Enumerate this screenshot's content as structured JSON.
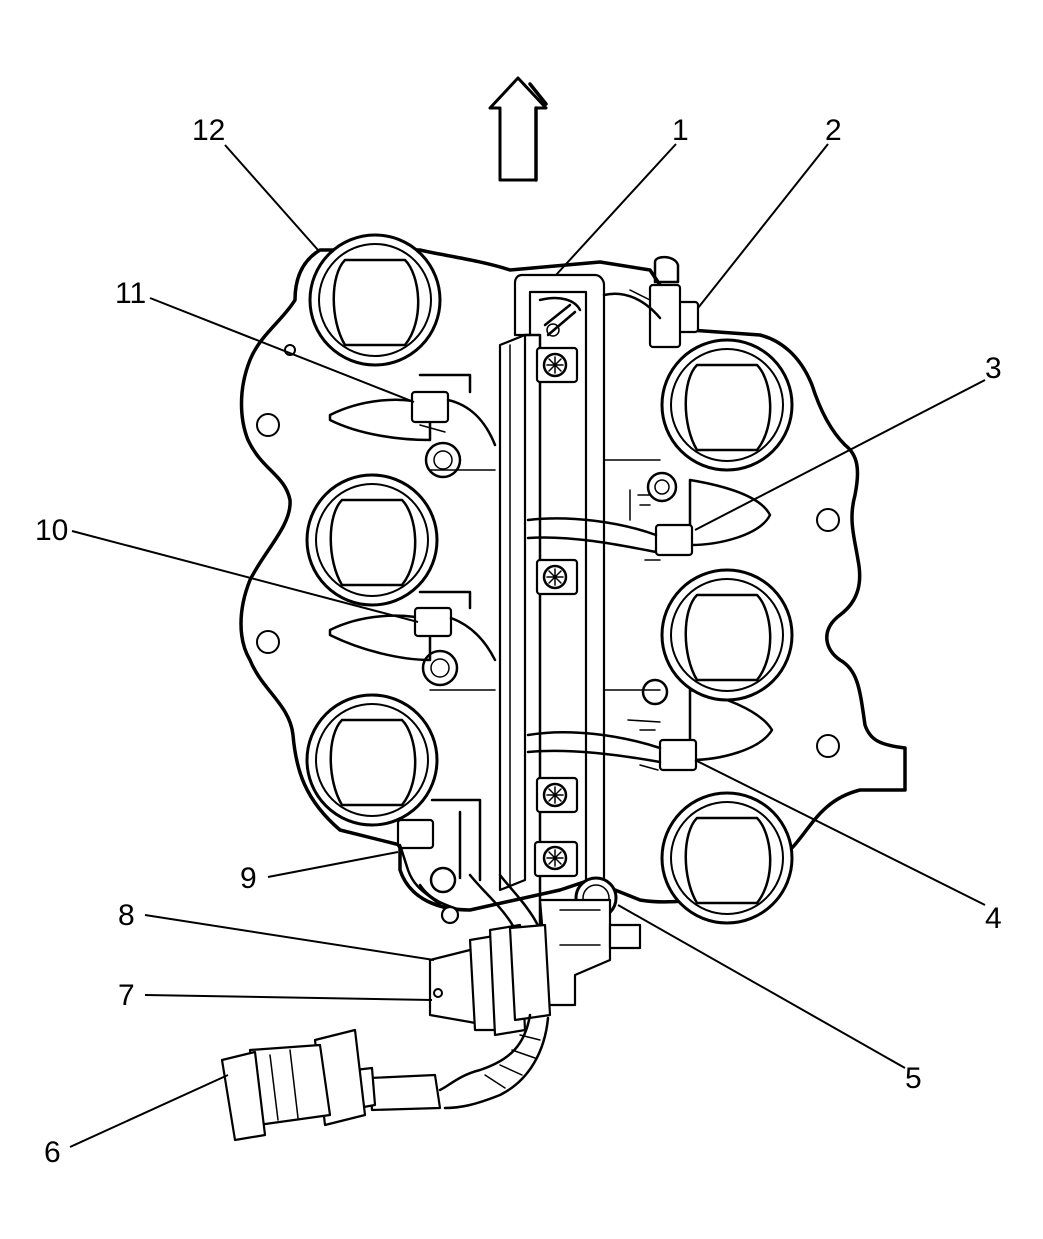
{
  "callouts": {
    "c1": "1",
    "c2": "2",
    "c3": "3",
    "c4": "4",
    "c5": "5",
    "c6": "6",
    "c7": "7",
    "c8": "8",
    "c9": "9",
    "c10": "10",
    "c11": "11",
    "c12": "12"
  },
  "icons": {
    "direction": "up-arrow-icon"
  },
  "colors": {
    "line": "#000000",
    "background": "#ffffff"
  }
}
